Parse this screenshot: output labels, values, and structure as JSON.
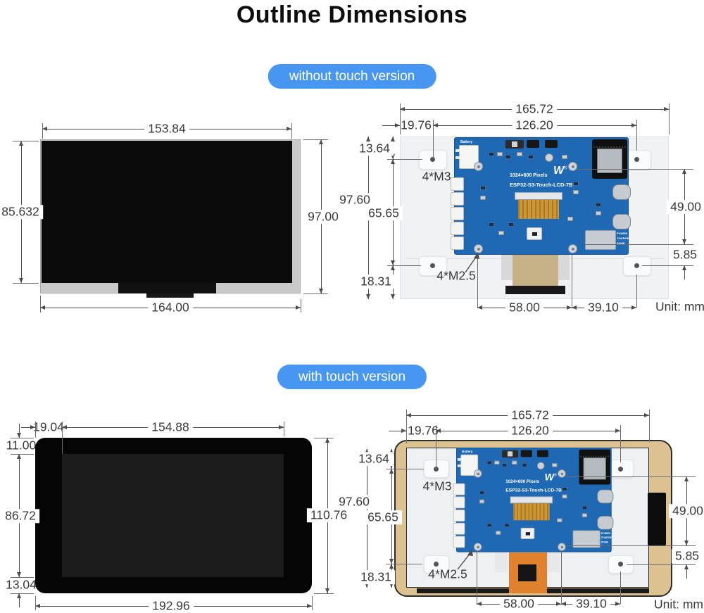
{
  "title": "Outline Dimensions",
  "badge_no_touch": "without touch version",
  "badge_touch": "with touch version",
  "unit_label": "Unit: mm",
  "colors": {
    "badge_blue": "#4796f2",
    "pcb_blue": "#1e68b4",
    "touch_frame_tan": "#dcc191",
    "flex_orange": "#e0822d"
  },
  "pcb": {
    "battery_label": "Battery",
    "resolution_label": "1024×600 Pixels",
    "model_label": "ESP32-S3-Touch-LCD-7B",
    "logo_letter": "W",
    "logo_reg": "®",
    "status_labels": [
      "POWER",
      "CHARGE",
      "DONE"
    ]
  },
  "front_no_touch": {
    "active_width": "153.84",
    "active_height": "85.632",
    "total_height": "97.00",
    "total_width": "164.00"
  },
  "back_dims": {
    "total_width": "165.72",
    "edge_to_hole": "19.76",
    "hole_span_width": "126.20",
    "top_to_hole": "13.64",
    "total_height": "97.60",
    "hole_span_height": "65.65",
    "hole_to_bottom": "18.31",
    "panel_screws": "4*M3",
    "pcb_screws": "4*M2.5",
    "pcb_hole_span": "58.00",
    "pcb_hole_to_tab": "39.10",
    "pcb_hole_height": "49.00",
    "hole_edge_offset": "5.85"
  },
  "front_touch": {
    "edge_to_active": "19.04",
    "active_width": "154.88",
    "top_margin": "11.00",
    "active_height": "86.72",
    "bottom_margin": "13.04",
    "total_height": "110.76",
    "total_width": "192.96"
  }
}
